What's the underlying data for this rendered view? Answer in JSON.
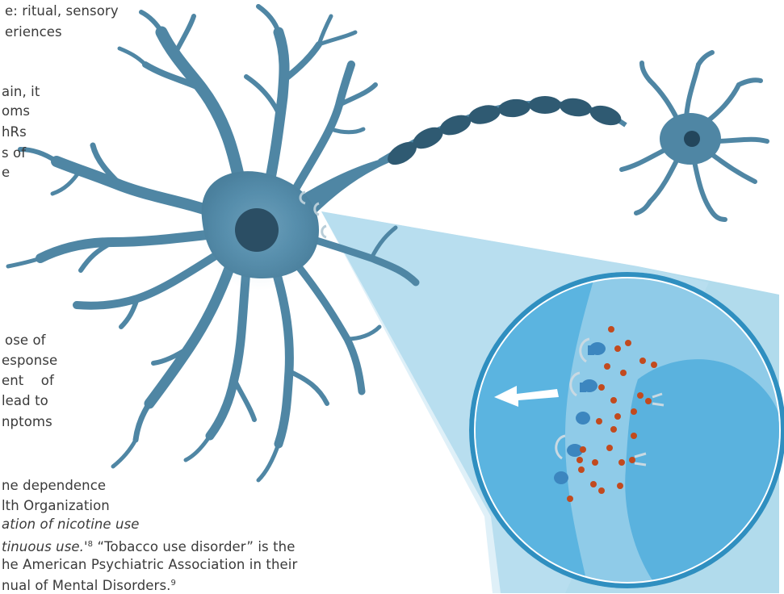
{
  "text_lines": [
    "e: ritual, sensory",
    "eriences",
    "ain, it",
    "oms",
    "hRs",
    "s of",
    "e",
    "ose of",
    "esponse",
    "ent    of",
    "lead to",
    "nptoms",
    "ne dependence",
    "lth Organization",
    "ation of nicotine use",
    "tinuous use.'",
    "8",
    " “Tobacco use disorder” is the",
    "he American Psychiatric Association in their",
    "nual of Mental Disorders.",
    "9"
  ],
  "colors": {
    "neuron": "#4f86a4",
    "neuron_light": "#6e9db8",
    "nucleus": "#2b4e64",
    "axon_segment": "#2f5a72",
    "zoom_beam": "#a8d6ea",
    "circle_ring": "#2f8fc0",
    "synapse_left": "#8fcbe8",
    "synapse_right": "#5ab2de",
    "neurotransmitter": "#c24a1e",
    "receptor": "#3c86bf"
  },
  "icons": [
    "neuron-cell-body",
    "axon-myelin-segments",
    "target-neuron",
    "synapse-zoom-circle",
    "release-direction-arrow"
  ]
}
